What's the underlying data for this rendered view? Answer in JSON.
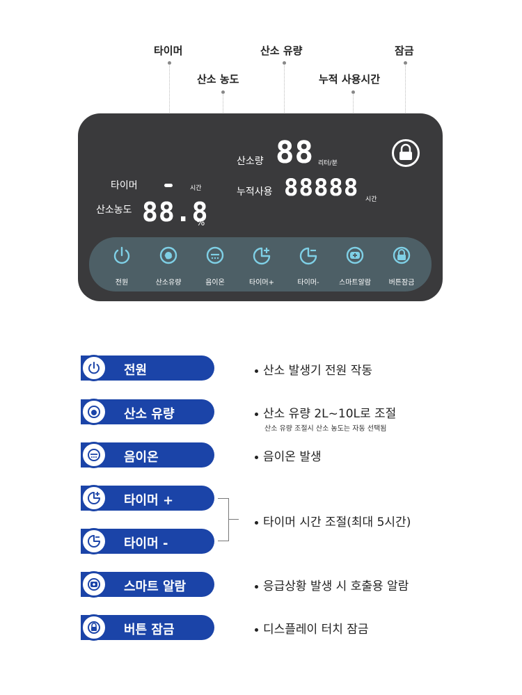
{
  "callouts": {
    "timer": "타이머",
    "oxygen_flow": "산소 유량",
    "lock": "잠금",
    "oxygen_concentration": "산소 농도",
    "cumulative_time": "누적 사용시간"
  },
  "display": {
    "timer_label": "타이머",
    "timer_unit": "시간",
    "concentration_label": "산소농도",
    "concentration_value": "88.8",
    "concentration_unit": "%",
    "flow_label": "산소량",
    "flow_value": "88",
    "flow_unit": "리터/분",
    "cumulative_label": "누적사용",
    "cumulative_value": "88888",
    "cumulative_unit": "시간"
  },
  "panel_buttons": [
    {
      "label": "전원",
      "icon": "power-icon"
    },
    {
      "label": "산소유량",
      "icon": "oxygen-flow-icon"
    },
    {
      "label": "음이온",
      "icon": "anion-icon"
    },
    {
      "label": "타이머+",
      "icon": "timer-plus-icon"
    },
    {
      "label": "타이머-",
      "icon": "timer-minus-icon"
    },
    {
      "label": "스마트알람",
      "icon": "smart-alarm-icon"
    },
    {
      "label": "버튼잠금",
      "icon": "button-lock-icon"
    }
  ],
  "legend": [
    {
      "label": "전원",
      "icon": "power-icon",
      "desc": "산소 발생기 전원 작동",
      "sub": ""
    },
    {
      "label": "산소 유량",
      "icon": "oxygen-flow-icon",
      "desc": "산소 유량 2L~10L로 조절",
      "sub": "산소 유량 조절시 산소 농도는 자동 선택됨"
    },
    {
      "label": "음이온",
      "icon": "anion-icon",
      "desc": "음이온 발생",
      "sub": ""
    },
    {
      "label": "타이머 +",
      "icon": "timer-plus-icon",
      "desc": "",
      "sub": ""
    },
    {
      "label": "타이머 -",
      "icon": "timer-minus-icon",
      "desc": "",
      "sub": ""
    },
    {
      "label": "스마트 알람",
      "icon": "smart-alarm-icon",
      "desc": "응급상황 발생 시 호출용 알람",
      "sub": ""
    },
    {
      "label": "버튼 잠금",
      "icon": "button-lock-icon",
      "desc": "디스플레이 터치 잠금",
      "sub": ""
    }
  ],
  "timer_desc": "타이머 시간 조절(최대 5시간)",
  "colors": {
    "panel": "#3a3a3c",
    "button_bar": "#4d5f66",
    "button_icon": "#7fd0e6",
    "pill": "#1b44a8"
  }
}
